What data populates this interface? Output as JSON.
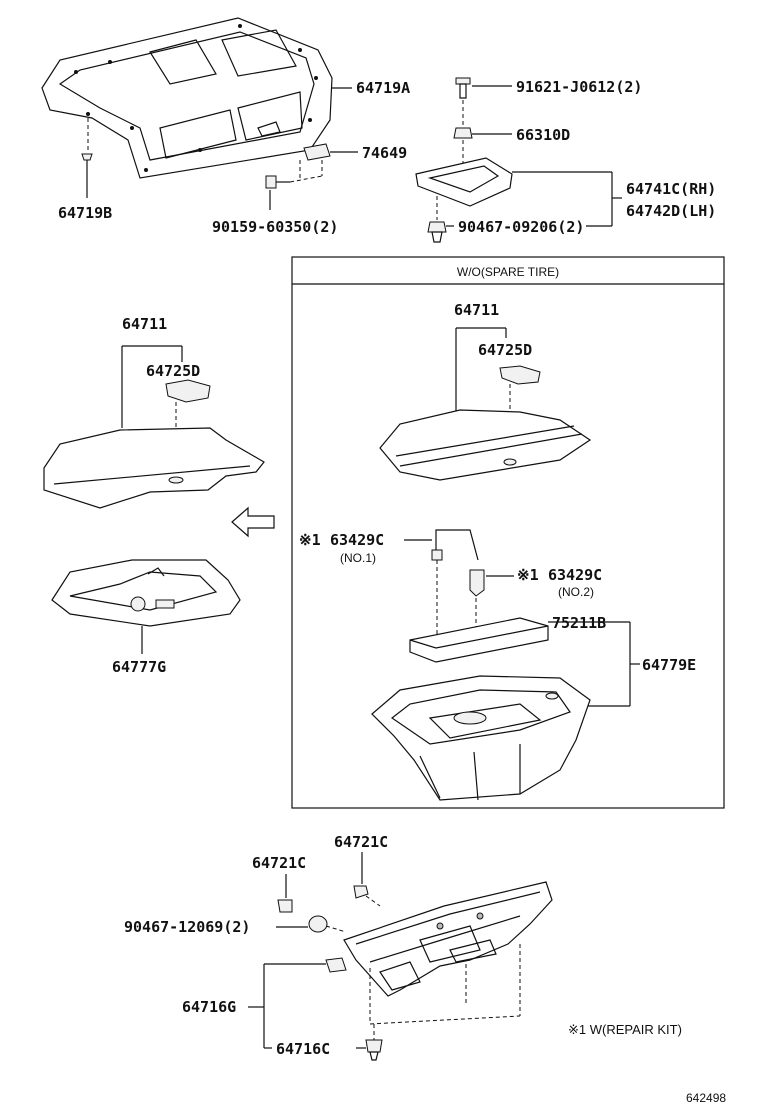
{
  "labels": {
    "p64719A": "64719A",
    "p91621": "91621-J0612(2)",
    "p66310D": "66310D",
    "p74649": "74649",
    "p64719B": "64719B",
    "p90159": "90159-60350(2)",
    "p64741C": "64741C(RH)",
    "p64742D": "64742D(LH)",
    "p90467_09206": "90467-09206(2)",
    "p64711_left": "64711",
    "p64725D_left": "64725D",
    "p64777G": "64777G",
    "p64711_right": "64711",
    "p64725D_right": "64725D",
    "p63429C_1": "63429C",
    "p63429C_2": "63429C",
    "no1": "(NO.1)",
    "no2": "(NO.2)",
    "p75211B": "75211B",
    "p64779E": "64779E",
    "p64721C_a": "64721C",
    "p64721C_b": "64721C",
    "p90467_12069": "90467-12069(2)",
    "p64716G": "64716G",
    "p64716C": "64716C",
    "mark1": "※1",
    "mark2": "※1",
    "footnote": "※1 W(REPAIR KIT)",
    "code": "642498"
  },
  "box": {
    "title": "W/O(SPARE TIRE)"
  }
}
